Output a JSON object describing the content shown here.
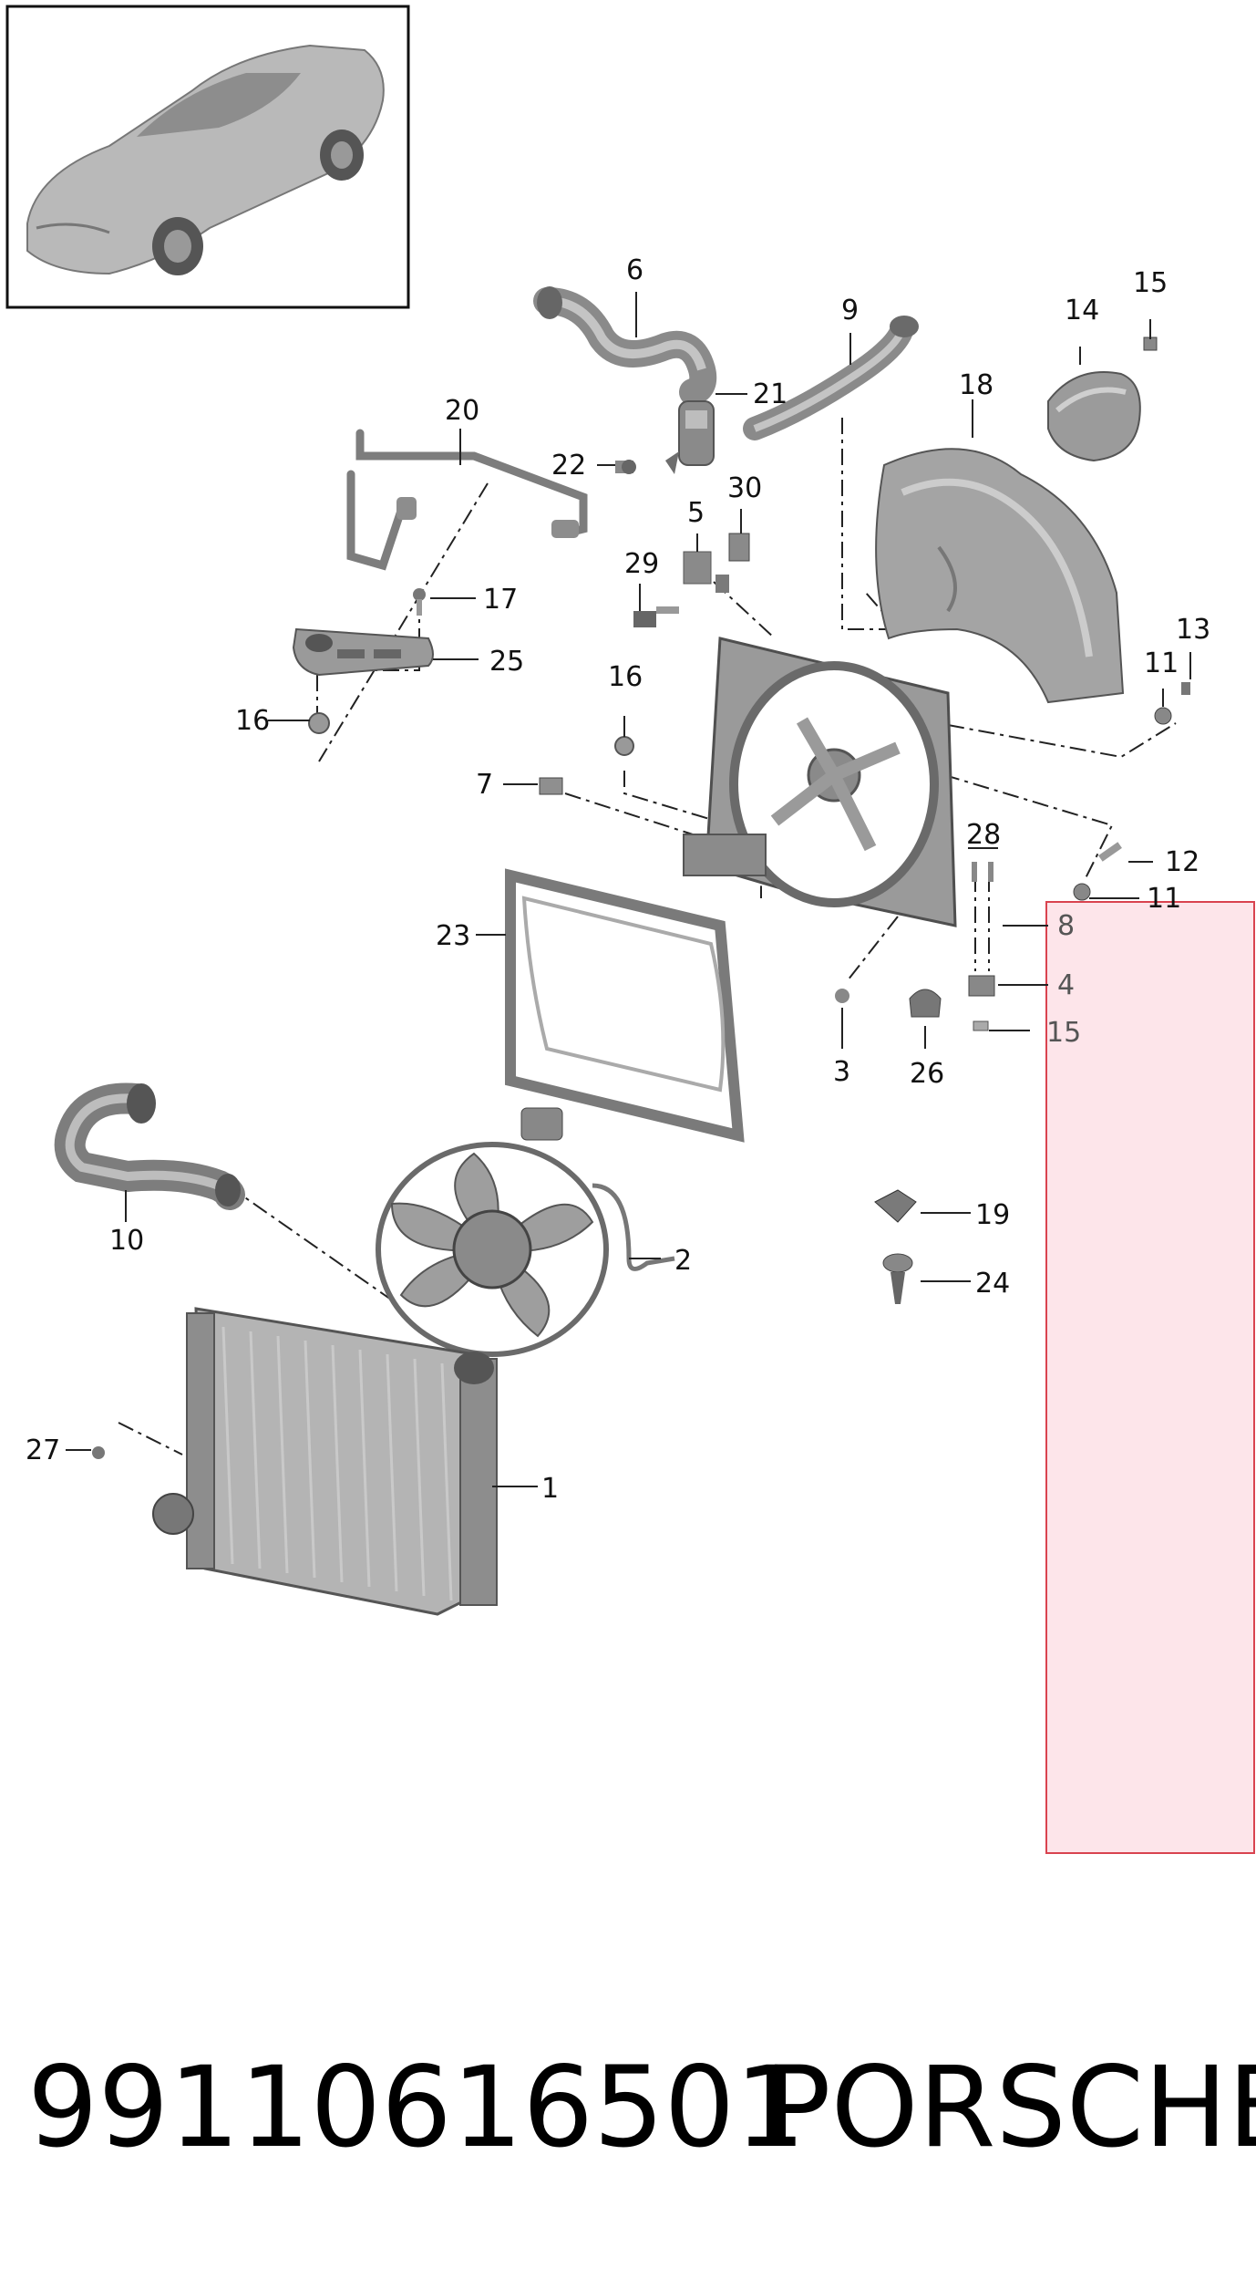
{
  "diagram": {
    "callouts": [
      {
        "id": "c6",
        "text": "6"
      },
      {
        "id": "c9",
        "text": "9"
      },
      {
        "id": "c14",
        "text": "14"
      },
      {
        "id": "c15a",
        "text": "15"
      },
      {
        "id": "c21",
        "text": "21"
      },
      {
        "id": "c18",
        "text": "18"
      },
      {
        "id": "c20",
        "text": "20"
      },
      {
        "id": "c22",
        "text": "22"
      },
      {
        "id": "c30",
        "text": "30"
      },
      {
        "id": "c5",
        "text": "5"
      },
      {
        "id": "c29",
        "text": "29"
      },
      {
        "id": "c17",
        "text": "17"
      },
      {
        "id": "c25",
        "text": "25"
      },
      {
        "id": "c13",
        "text": "13"
      },
      {
        "id": "c16a",
        "text": "16"
      },
      {
        "id": "c11a",
        "text": "11"
      },
      {
        "id": "c16b",
        "text": "16"
      },
      {
        "id": "c7",
        "text": "7"
      },
      {
        "id": "c28",
        "text": "28"
      },
      {
        "id": "c12",
        "text": "12"
      },
      {
        "id": "c11b",
        "text": "11"
      },
      {
        "id": "c23",
        "text": "23"
      },
      {
        "id": "c8",
        "text": "8"
      },
      {
        "id": "c4",
        "text": "4"
      },
      {
        "id": "c15b",
        "text": "15"
      },
      {
        "id": "c3",
        "text": "3"
      },
      {
        "id": "c26",
        "text": "26"
      },
      {
        "id": "c19",
        "text": "19"
      },
      {
        "id": "c24",
        "text": "24"
      },
      {
        "id": "c10",
        "text": "10"
      },
      {
        "id": "c2",
        "text": "2"
      },
      {
        "id": "c27",
        "text": "27"
      },
      {
        "id": "c1",
        "text": "1"
      }
    ]
  },
  "footer": {
    "part_number": "99110616501",
    "brand": "PORSCHE"
  },
  "colors": {
    "highlight_fill": "#fde5ea",
    "highlight_stroke": "#d9434f",
    "part_fill": "#a9a9a9",
    "part_dark": "#7d7d7d",
    "line": "#222222"
  }
}
